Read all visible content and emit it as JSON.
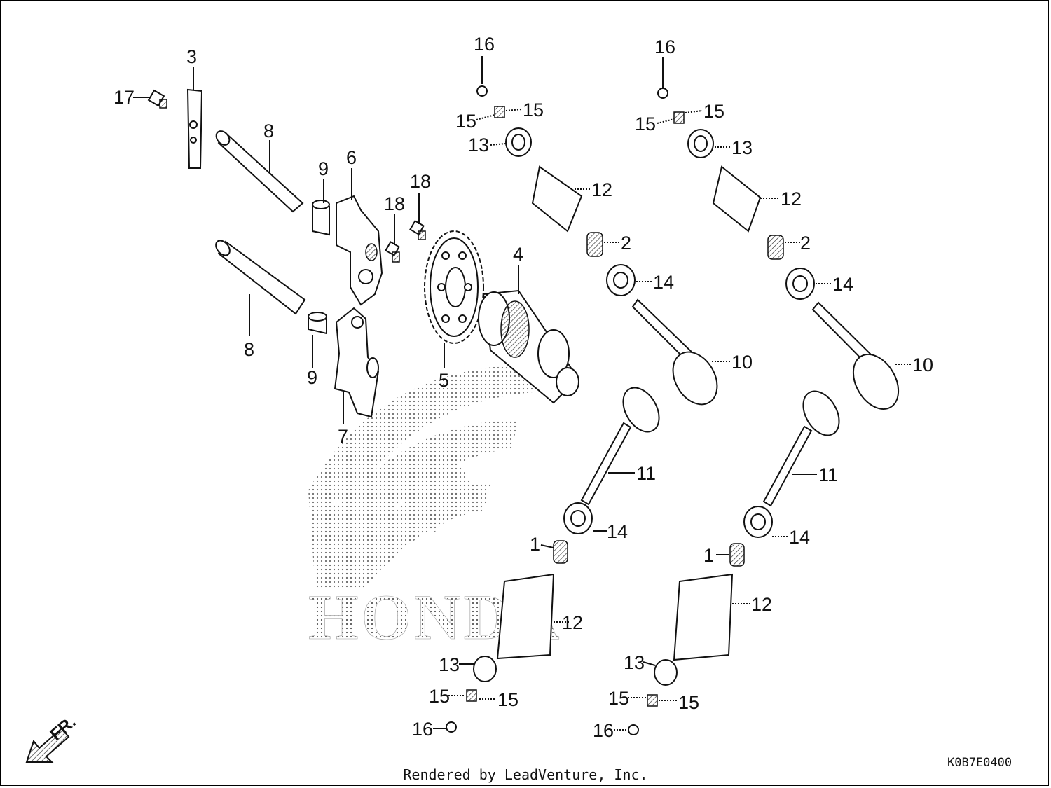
{
  "diagram": {
    "callouts": {
      "c1a": "1",
      "c1b": "1",
      "c2a": "2",
      "c2b": "2",
      "c3": "3",
      "c4": "4",
      "c5": "5",
      "c6": "6",
      "c7": "7",
      "c8a": "8",
      "c8b": "8",
      "c9a": "9",
      "c9b": "9",
      "c10a": "10",
      "c10b": "10",
      "c11a": "11",
      "c11b": "11",
      "c12a": "12",
      "c12b": "12",
      "c12c": "12",
      "c12d": "12",
      "c13a": "13",
      "c13b": "13",
      "c13c": "13",
      "c13d": "13",
      "c14a": "14",
      "c14b": "14",
      "c14c": "14",
      "c14d": "14",
      "c15a": "15",
      "c15b": "15",
      "c15c": "15",
      "c15d": "15",
      "c15e": "15",
      "c15f": "15",
      "c15g": "15",
      "c15h": "15",
      "c16a": "16",
      "c16b": "16",
      "c16c": "16",
      "c16d": "16",
      "c17": "17",
      "c18a": "18",
      "c18b": "18"
    },
    "front_arrow_label": "FR.",
    "watermark_brand": "HONDA",
    "diagram_code": "K0B7E0400"
  },
  "footer": {
    "credit": "Rendered by LeadVenture, Inc."
  }
}
